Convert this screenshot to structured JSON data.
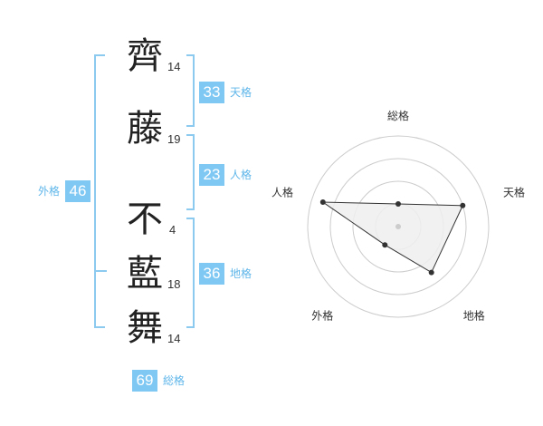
{
  "characters": [
    {
      "char": "齊",
      "strokes": "14"
    },
    {
      "char": "藤",
      "strokes": "19"
    },
    {
      "char": "不",
      "strokes": "4"
    },
    {
      "char": "藍",
      "strokes": "18"
    },
    {
      "char": "舞",
      "strokes": "14"
    }
  ],
  "fortunes": {
    "tenkaku": {
      "value": "33",
      "label": "天格"
    },
    "jinkaku": {
      "value": "23",
      "label": "人格"
    },
    "chikaku": {
      "value": "36",
      "label": "地格"
    },
    "gaikaku": {
      "value": "46",
      "label": "外格"
    },
    "soukaku": {
      "value": "69",
      "label": "総格"
    }
  },
  "chart_data": {
    "type": "radar",
    "axes": [
      "総格",
      "天格",
      "地格",
      "外格",
      "人格"
    ],
    "rmax": 4,
    "rings": 4,
    "values": [
      1,
      3,
      2.5,
      1,
      3.5
    ],
    "colors": {
      "fill": "#efefef",
      "stroke": "#333333",
      "grid": "#cccccc"
    }
  }
}
